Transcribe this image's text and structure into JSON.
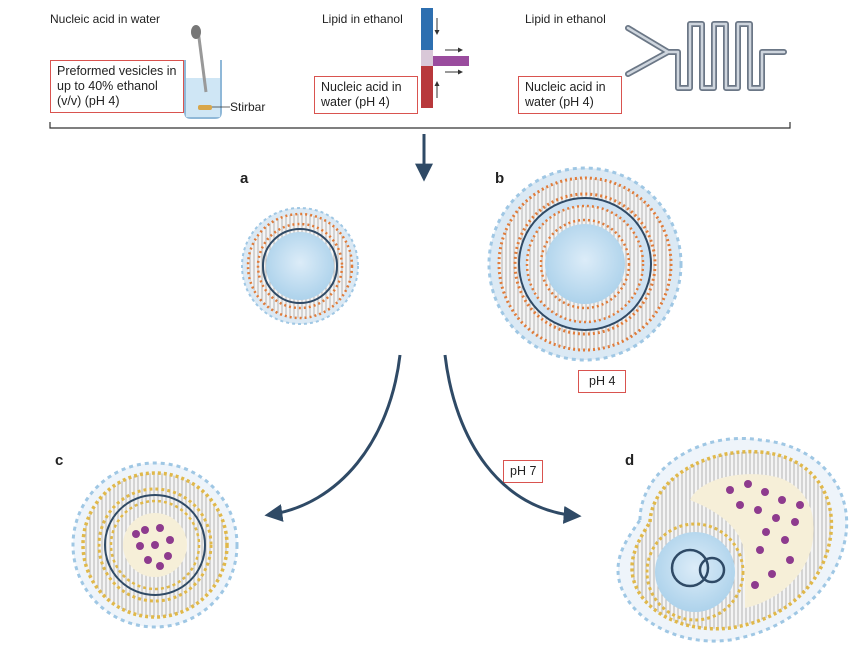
{
  "methods": [
    {
      "title": "Nucleic acid in water",
      "box": "Preformed vesicles in up to 40% ethanol (v/v) (pH 4)",
      "note": "Stirbar"
    },
    {
      "title": "Lipid in ethanol",
      "box": "Nucleic acid in water (pH 4)"
    },
    {
      "title": "Lipid in ethanol",
      "box": "Nucleic acid in water (pH 4)"
    }
  ],
  "panels": {
    "a": "a",
    "b": "b",
    "c": "c",
    "d": "d"
  },
  "ph_labels": {
    "b": "pH 4",
    "mid": "pH 7"
  },
  "colors": {
    "outline_red": "#d9534f",
    "arrow_navy": "#2f4a66",
    "water_blue": "#bcdcf0",
    "lipid_orange": "#e07b39",
    "lipid_gold": "#e0b84a",
    "mrna_purple": "#8e3b8e",
    "cation_blue": "#4aa8d8"
  }
}
